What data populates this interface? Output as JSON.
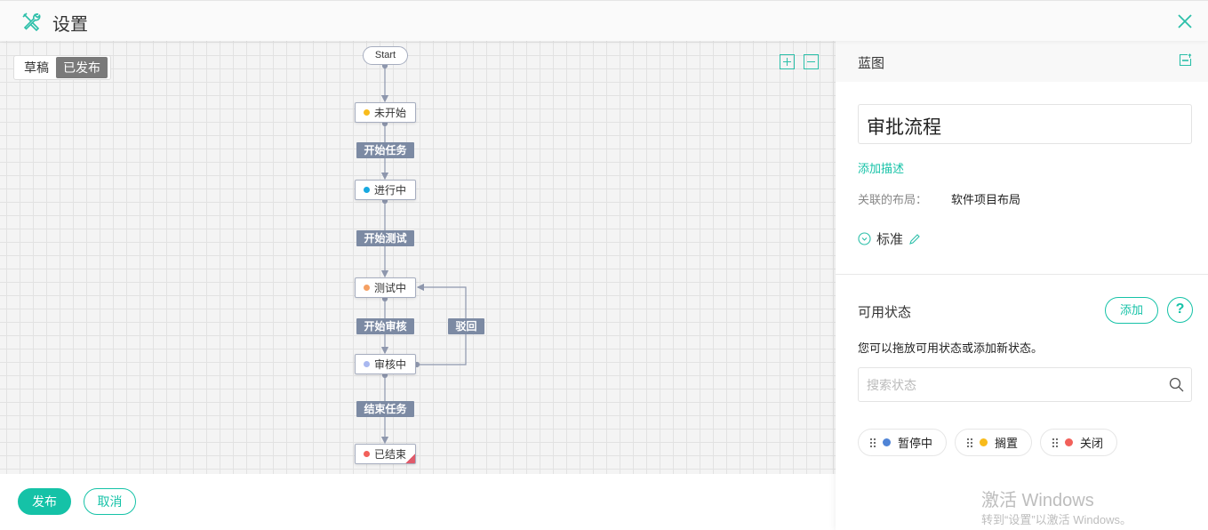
{
  "header": {
    "title": "设置",
    "icon": "tools-icon",
    "close_icon": "close-icon"
  },
  "canvas": {
    "toggle": {
      "draft": "草稿",
      "published": "已发布"
    },
    "start": "Start",
    "states": [
      {
        "label": "未开始",
        "color": "#f8bb1b"
      },
      {
        "label": "进行中",
        "color": "#17a9e0"
      },
      {
        "label": "测试中",
        "color": "#f5a063"
      },
      {
        "label": "审核中",
        "color": "#a9b8f0"
      },
      {
        "label": "已结束",
        "color": "#f2605a"
      }
    ],
    "transitions": [
      "开始任务",
      "开始测试",
      "开始审核",
      "驳回",
      "结束任务"
    ]
  },
  "footer": {
    "publish": "发布",
    "cancel": "取消"
  },
  "panel": {
    "title": "蓝图",
    "workflow_name": "审批流程",
    "add_description": "添加描述",
    "layout_label": "关联的布局：",
    "layout_value": "软件项目布局",
    "scheme": "标准",
    "available_title": "可用状态",
    "add": "添加",
    "help": "?",
    "hint": "您可以拖放可用状态或添加新状态。",
    "search_placeholder": "搜索状态",
    "available": [
      {
        "label": "暂停中",
        "color": "#4f84d6"
      },
      {
        "label": "搁置",
        "color": "#f8bb1b"
      },
      {
        "label": "关闭",
        "color": "#f2605a"
      }
    ]
  },
  "watermark": {
    "line1": "激活 Windows",
    "line2": "转到“设置”以激活 Windows。"
  },
  "accent": "#15c2a7"
}
